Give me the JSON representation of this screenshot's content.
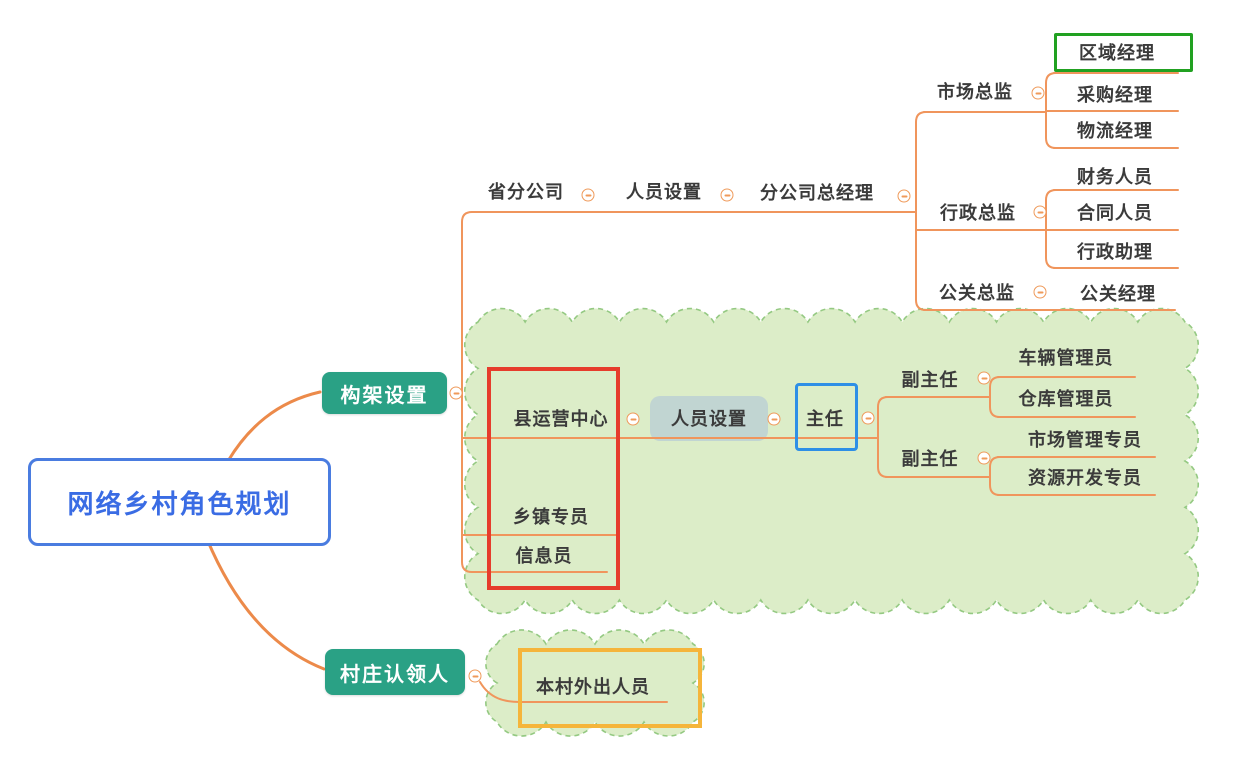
{
  "root": {
    "label": "网络乡村角色规划"
  },
  "branches": {
    "architecture": {
      "label": "构架设置"
    },
    "village": {
      "label": "村庄认领人"
    }
  },
  "provincial": {
    "company": "省分公司",
    "staffing": "人员设置",
    "general_manager": "分公司总经理",
    "marketing_director": "市场总监",
    "regional_manager": "区域经理",
    "purchasing_manager": "采购经理",
    "logistics_manager": "物流经理",
    "admin_director": "行政总监",
    "finance_staff": "财务人员",
    "contract_staff": "合同人员",
    "admin_assistant": "行政助理",
    "pr_director": "公关总监",
    "pr_manager": "公关经理"
  },
  "county": {
    "center": "县运营中心",
    "staffing": "人员设置",
    "director": "主任",
    "deputy_director_1": "副主任",
    "vehicle_manager": "车辆管理员",
    "warehouse_manager": "仓库管理员",
    "deputy_director_2": "副主任",
    "market_specialist": "市场管理专员",
    "resource_specialist": "资源开发专员",
    "township_specialist": "乡镇专员",
    "information_officer": "信息员"
  },
  "village_children": {
    "migrant_workers": "本村外出人员"
  },
  "icons": {
    "collapse": "minus-circle"
  },
  "colors": {
    "branch_line": "#f0955c",
    "root_branch_line": "#ec8a4a",
    "topic_fill": "#2aa185",
    "root_border": "#4a7ce0",
    "root_text": "#3a6ce4",
    "node_text": "#3b3b3b",
    "cloud_fill": "#dcedc8",
    "cloud_border": "#94c982",
    "highlight_fill": "#bcd0d3",
    "annotation_red": "#e63c2c",
    "annotation_yellow": "#f5b53b",
    "annotation_blue": "#2e8fe6",
    "annotation_green": "#21a121"
  }
}
